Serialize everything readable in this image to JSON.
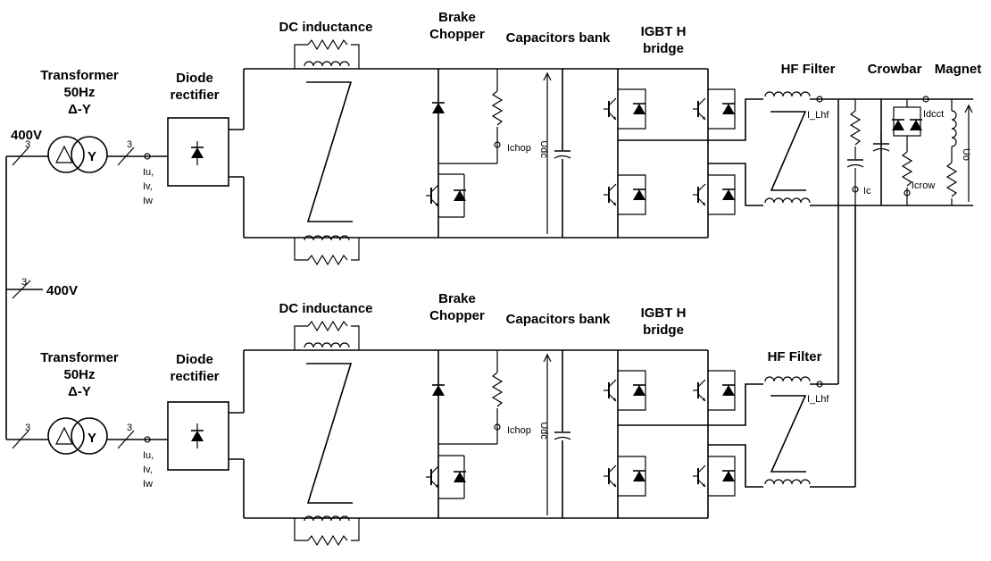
{
  "labels": {
    "dc_inductance": "DC inductance",
    "brake": "Brake",
    "chopper": "Chopper",
    "capacitors_bank": "Capacitors bank",
    "igbt_h": "IGBT H",
    "bridge": "bridge",
    "hf_filter": "HF Filter",
    "crowbar": "Crowbar",
    "magnet": "Magnet",
    "transformer": "Transformer",
    "hz": "50Hz",
    "delta_y": "Δ-Y",
    "diode": "Diode",
    "rectifier": "rectifier",
    "v400": "400V",
    "three": "3",
    "y": "Y",
    "iu": "Iu,",
    "iv": "Iv,",
    "iw": "Iw",
    "ichop": "Ichop",
    "udc": "Udc",
    "i_lhf": "I_Lhf",
    "ic": "Ic",
    "idcct": "Idcct",
    "icrow": "Icrow",
    "uo": "Uo"
  },
  "colors": {
    "line": "#000000",
    "background": "#ffffff"
  }
}
